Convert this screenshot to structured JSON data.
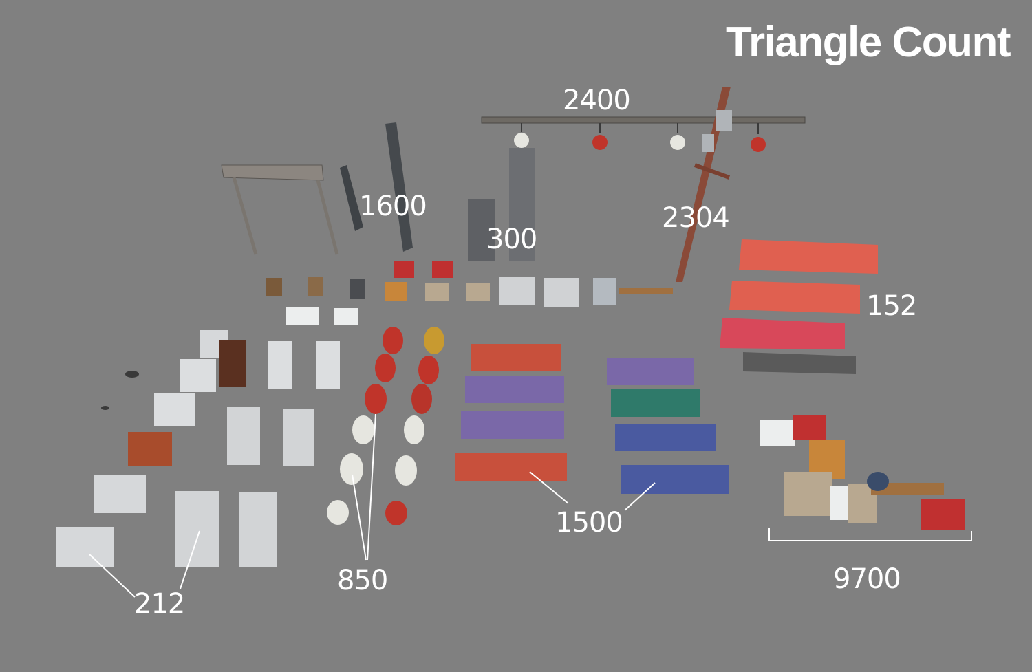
{
  "title": "Triangle Count",
  "counts": {
    "lantern_rail": "2400",
    "pipes": "1600",
    "ducts": "300",
    "pole": "2304",
    "awnings": "152",
    "noren": "1500",
    "paper_lanterns": "850",
    "signs": "212",
    "clutter_pile": "9700"
  },
  "colors": {
    "background": "#808080",
    "text": "#ffffff",
    "red_lantern": "#c0342a",
    "white_lantern": "#e6e6e0",
    "awning_red": "#e06050",
    "noren_purple": "#7a68a8",
    "noren_red": "#c8503c",
    "noren_teal": "#2f7a6a",
    "noren_blue": "#4a5aa0"
  }
}
